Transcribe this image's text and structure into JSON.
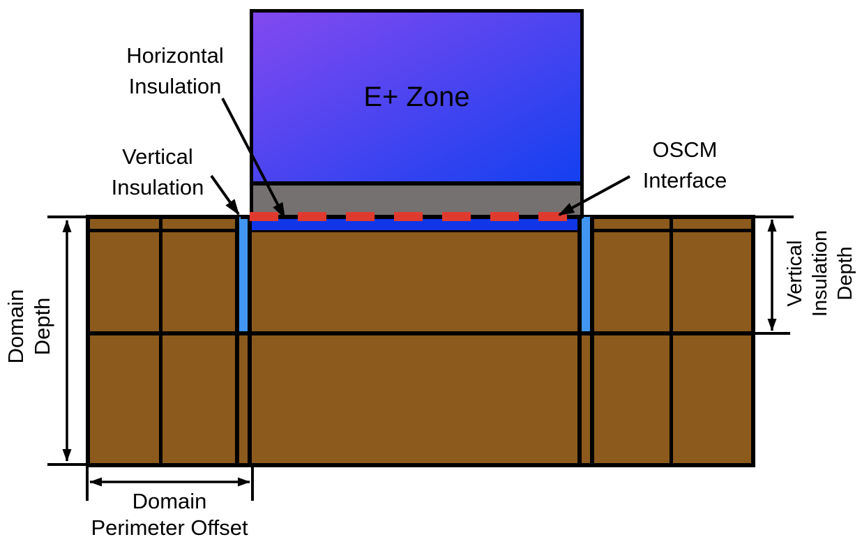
{
  "diagram": {
    "zone_label": "E+ Zone",
    "annotations": {
      "horizontal_insulation": {
        "lines": [
          "Horizontal",
          "Insulation"
        ]
      },
      "vertical_insulation": {
        "lines": [
          "Vertical",
          "Insulation"
        ]
      },
      "oscm_interface": {
        "lines": [
          "OSCM",
          "Interface"
        ]
      }
    },
    "dimensions": {
      "domain_depth": {
        "lines": [
          "Domain",
          "Depth"
        ]
      },
      "vertical_insulation_depth": {
        "lines": [
          "Vertical",
          "Insulation",
          "Depth"
        ]
      },
      "domain_perimeter_offset": {
        "lines": [
          "Domain",
          "Perimeter Offset"
        ]
      }
    },
    "colors": {
      "zone_gradient_start": "#8349F0",
      "zone_gradient_end": "#1440F0",
      "slab": "#767171",
      "soil": "#8C5A1C",
      "vertical_insulation": "#4296F2",
      "horizontal_insulation": "#1036E8",
      "oscm_red": "#E03A2F",
      "line": "#000000"
    }
  }
}
